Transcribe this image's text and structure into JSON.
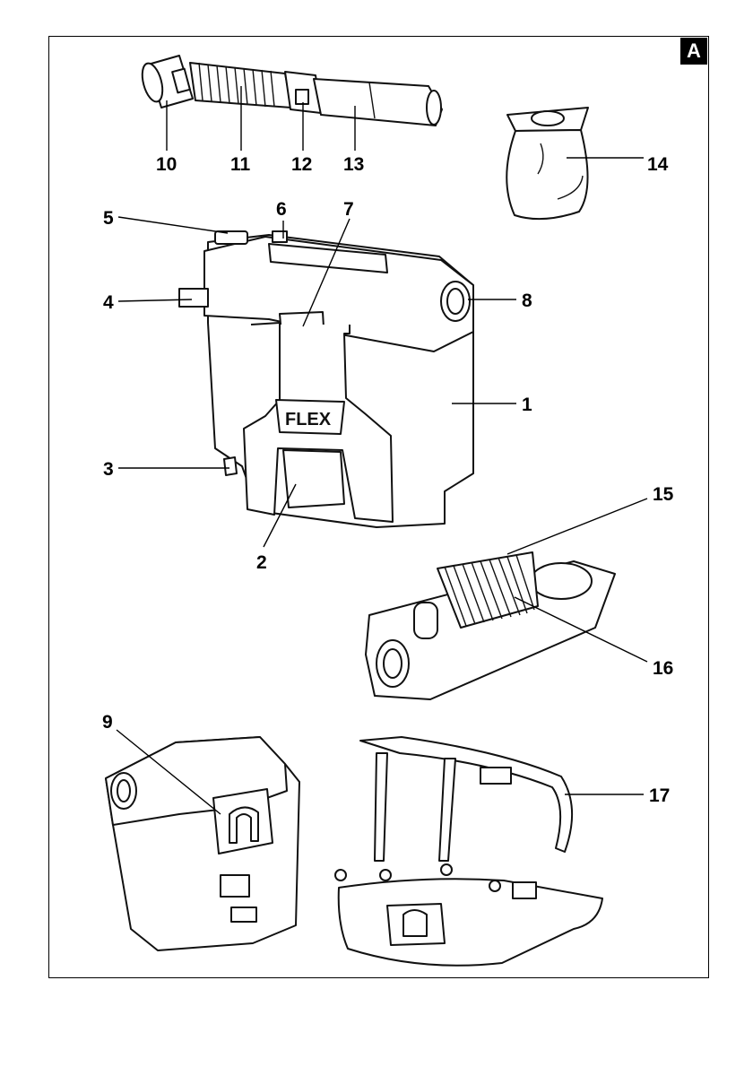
{
  "figure": {
    "section_label": "A"
  },
  "callouts": {
    "c1": "1",
    "c2": "2",
    "c3": "3",
    "c4": "4",
    "c5": "5",
    "c6": "6",
    "c7": "7",
    "c8": "8",
    "c9": "9",
    "c10": "10",
    "c11": "11",
    "c12": "12",
    "c13": "13",
    "c14": "14",
    "c15": "15",
    "c16": "16",
    "c17": "17"
  },
  "branding": {
    "logo_text": "FLEX"
  }
}
